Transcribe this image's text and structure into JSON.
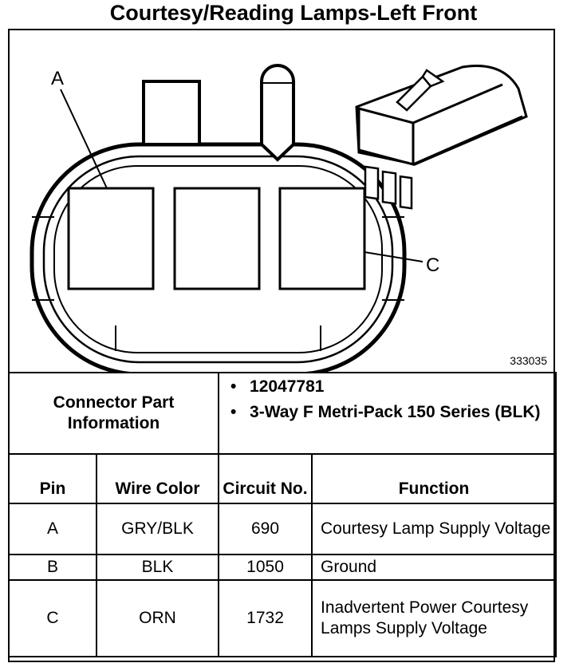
{
  "title": "Courtesy/Reading Lamps-Left Front",
  "figure_number": "333035",
  "callouts": {
    "a": "A",
    "c": "C"
  },
  "connector_info": {
    "label": "Connector Part Information",
    "items": [
      "12047781",
      "3-Way F Metri-Pack 150 Series (BLK)"
    ],
    "bullet": "•"
  },
  "table": {
    "headers": {
      "pin": "Pin",
      "wire_color": "Wire Color",
      "circuit": "Circuit No.",
      "function": "Function"
    },
    "rows": [
      {
        "pin": "A",
        "wire_color": "GRY/BLK",
        "circuit": "690",
        "function": "Courtesy Lamp Supply Voltage"
      },
      {
        "pin": "B",
        "wire_color": "BLK",
        "circuit": "1050",
        "function": "Ground"
      },
      {
        "pin": "C",
        "wire_color": "ORN",
        "circuit": "1732",
        "function": "Inadvertent Power Courtesy Lamps Supply Voltage"
      }
    ]
  }
}
